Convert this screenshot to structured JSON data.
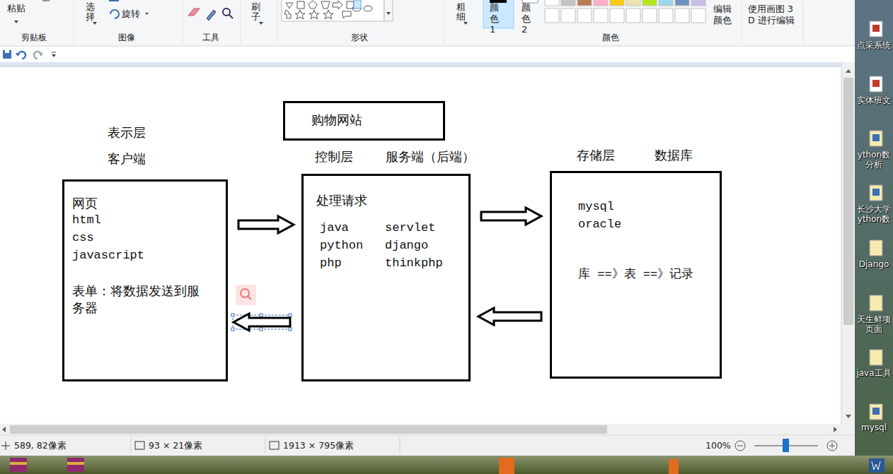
{
  "diagram": {
    "nodes": [
      {
        "text": [
          "购物网站"
        ]
      },
      {
        "text": [
          "表示层",
          "客户端",
          "网页",
          "html",
          "css",
          "javascript",
          "表单：将数据发送到服务器"
        ]
      },
      {
        "text": [
          "控制层",
          "服务端（后端）",
          "处理请求",
          "java",
          "servlet",
          "python",
          "django",
          "php",
          "thinkphp"
        ]
      },
      {
        "text": [
          "存储层",
          "数据库",
          "mysql",
          "oracle",
          "库 ==》表 ==》记录"
        ]
      }
    ],
    "edges": [
      {
        "from": 1,
        "to": 2,
        "arrow": "to"
      },
      {
        "from": 2,
        "to": 3,
        "arrow": "to"
      },
      {
        "from": 3,
        "to": 2,
        "arrow": "to"
      },
      {
        "from": 2,
        "to": 1,
        "arrow": "to"
      }
    ],
    "labels": [
      "粘贴",
      "剪贴板",
      "选择",
      "旋转",
      "图像",
      "工具",
      "刷子",
      "形状",
      "粗细",
      "颜色 1",
      "颜色 2",
      "颜色",
      "编辑颜色",
      "使用画图 3 D 进行编辑",
      "589, 82像素",
      "93 × 21像素",
      "1913 × 795像素",
      "100%",
      "点采系统",
      "实体班文",
      "ython数 分析",
      "长沙大学 ython数",
      "Django",
      "天生鲜项 页面",
      "java工具",
      "mysql"
    ]
  }
}
